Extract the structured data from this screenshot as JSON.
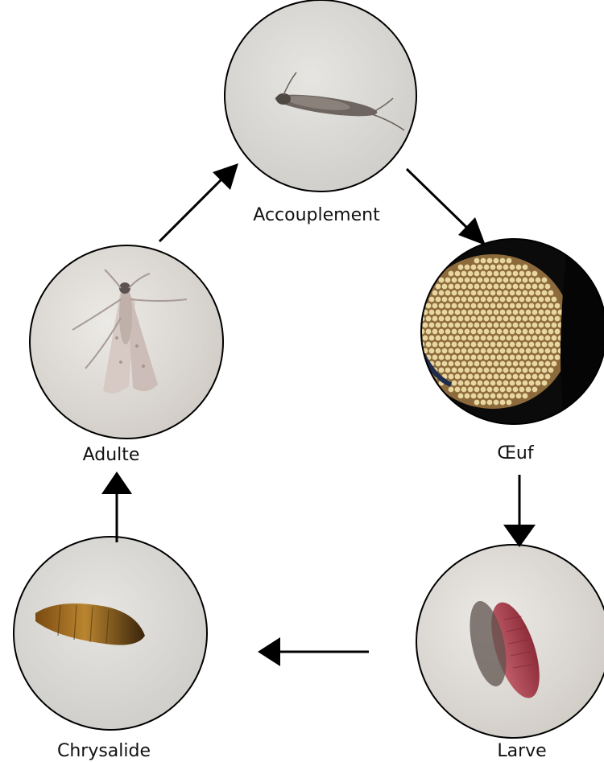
{
  "stages": {
    "mating": {
      "label": "Accouplement",
      "icon": "moth-mating-photo"
    },
    "egg": {
      "label": "Œuf",
      "icon": "egg-cluster-photo"
    },
    "larva": {
      "label": "Larve",
      "icon": "larva-photo"
    },
    "pupa": {
      "label": "Chrysalide",
      "icon": "pupa-photo"
    },
    "adult": {
      "label": "Adulte",
      "icon": "adult-moth-photo"
    }
  },
  "colors": {
    "arrow": "#000000",
    "circle_outline": "#000000",
    "photo_background": "#dcdad6",
    "egg_background": "#0b0b0b",
    "egg_color": "#e9d7a2",
    "larva_color": "#b24a56",
    "pupa_color": "#8a5a1c"
  }
}
